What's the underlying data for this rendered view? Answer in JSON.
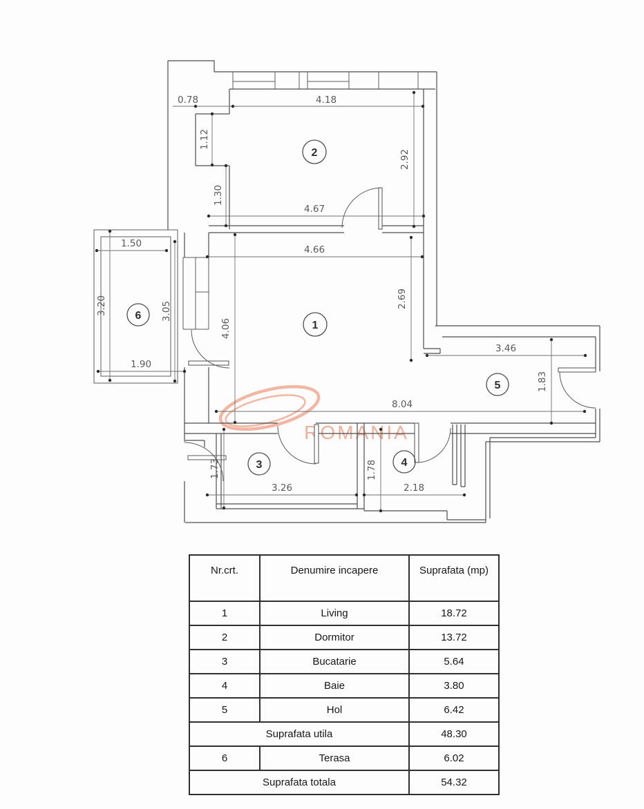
{
  "watermark": {
    "text": "ROMANIA",
    "color": "#eda38b"
  },
  "plan": {
    "rooms": {
      "r1": "1",
      "r2": "2",
      "r3": "3",
      "r4": "4",
      "r5": "5",
      "r6": "6"
    },
    "dims": {
      "d0_78": "0.78",
      "d4_18": "4.18",
      "d1_12": "1.12",
      "d1_30": "1.30",
      "d2_92": "2.92",
      "d4_67": "4.67",
      "d4_66": "4.66",
      "d2_69": "2.69",
      "d4_06": "4.06",
      "d1_50": "1.50",
      "d3_20": "3.20",
      "d3_05": "3.05",
      "d1_90": "1.90",
      "d3_46": "3.46",
      "d1_83": "1.83",
      "d8_04": "8.04",
      "d1_73": "1.73",
      "d3_26": "3.26",
      "d1_78": "1.78",
      "d2_18": "2.18"
    }
  },
  "table": {
    "headers": {
      "no": "Nr.crt.",
      "name": "Denumire incapere",
      "area": "Suprafata (mp)"
    },
    "rows": [
      {
        "no": "1",
        "name": "Living",
        "area": "18.72"
      },
      {
        "no": "2",
        "name": "Dormitor",
        "area": "13.72"
      },
      {
        "no": "3",
        "name": "Bucatarie",
        "area": "5.64"
      },
      {
        "no": "4",
        "name": "Baie",
        "area": "3.80"
      },
      {
        "no": "5",
        "name": "Hol",
        "area": "6.42"
      }
    ],
    "subtotal": {
      "label": "Suprafata utila",
      "area": "48.30"
    },
    "terasa": {
      "no": "6",
      "name": "Terasa",
      "area": "6.02"
    },
    "total": {
      "label": "Suprafata totala",
      "area": "54.32"
    }
  }
}
